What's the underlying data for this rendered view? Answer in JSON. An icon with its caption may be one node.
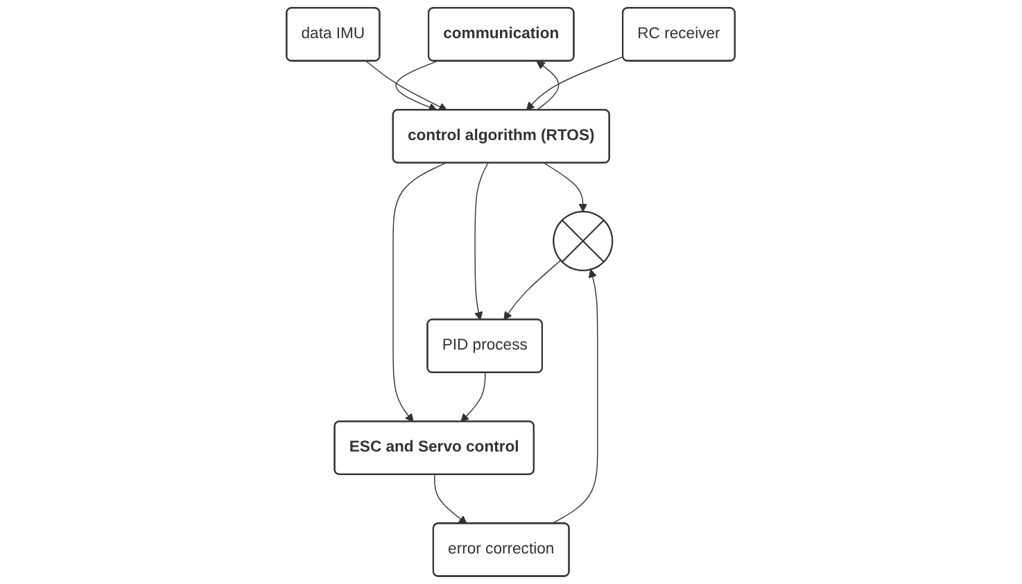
{
  "diagram": {
    "nodes": [
      {
        "text": [
          "communication"
        ]
      },
      {
        "text": [
          "RC receiver"
        ]
      },
      {
        "text": [
          "data IMU"
        ]
      },
      {
        "text": [
          "control algorithm (RTOS)"
        ]
      },
      {
        "text": [],
        "shape": "circle"
      },
      {
        "text": [
          "PID process"
        ]
      },
      {
        "text": [
          "ESC and Servo control"
        ]
      },
      {
        "text": [
          "error correction"
        ]
      }
    ],
    "edges": [
      {
        "from": 3,
        "to": 0,
        "arrow": "to"
      },
      {
        "from": 0,
        "to": 3,
        "arrow": "to"
      },
      {
        "from": 2,
        "to": 3,
        "arrow": "to"
      },
      {
        "from": 1,
        "to": 3,
        "arrow": "to"
      },
      {
        "from": 3,
        "to": 4,
        "arrow": "to"
      },
      {
        "from": 3,
        "to": 5,
        "arrow": "to"
      },
      {
        "from": 3,
        "to": 6,
        "arrow": "to"
      },
      {
        "from": 4,
        "to": 5,
        "arrow": "to"
      },
      {
        "from": 5,
        "to": 6,
        "arrow": "to"
      },
      {
        "from": 6,
        "to": 7,
        "arrow": "to"
      },
      {
        "from": 7,
        "to": 4,
        "arrow": "to"
      }
    ]
  }
}
